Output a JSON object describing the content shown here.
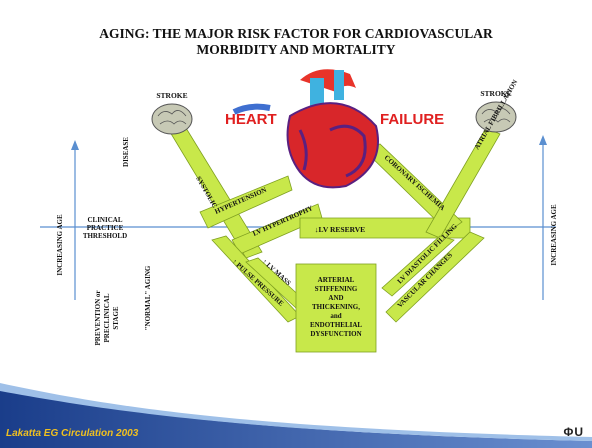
{
  "title_line1": "AGING: THE MAJOR RISK FACTOR FOR CARDIOVASCULAR",
  "title_line2": "MORBIDITY AND MORTALITY",
  "stroke_left": "STROKE",
  "stroke_right": "STROKE",
  "heart": "HEART",
  "failure": "FAILURE",
  "disease": "DISEASE",
  "increasing_age_left": "INCREASING AGE",
  "increasing_age_right": "INCREASING AGE",
  "clinical_threshold": [
    "CLINICAL",
    "PRACTICE",
    "THRESHOLD"
  ],
  "normal_aging": "\"NORMAL\" AGING",
  "prevention_stage": [
    "PREVENTION or",
    "PRECLINICAL",
    "STAGE"
  ],
  "systolic": "SYSTOLIC",
  "hypertension": "HYPERTENSION",
  "lv_hypertrophy": "LV HYPERTROPHY",
  "coronary_ischemia": "CORONARY ISCHEMIA",
  "atrial_fibrillation": "ATRIAL FIBRILLATION",
  "lv_reserve": "↓LV RESERVE",
  "lv_mass": "↑ LV MASS",
  "pulse_pressure": "↑ PULSE PRESSURE",
  "central_box": [
    "ARTERIAL",
    "STIFFENING",
    "AND",
    "THICKENING,",
    "and",
    "ENDOTHELIAL",
    "DYSFUNCTION"
  ],
  "vascular_changes": "VASCULAR CHANGES",
  "lv_diastolic": "LV DIASTOLIC FILLING",
  "citation": "Lakatta EG Circulation 2003",
  "logo": "ΦU"
}
